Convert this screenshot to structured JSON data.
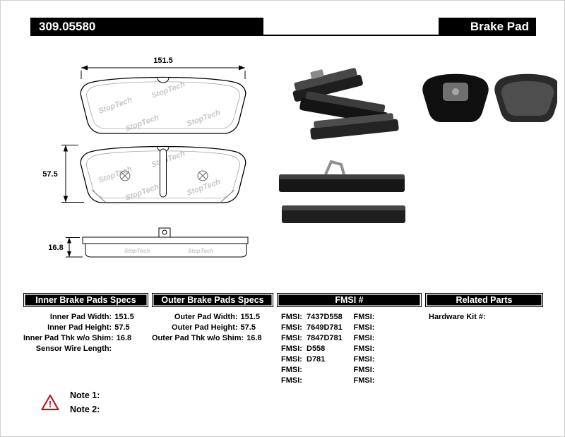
{
  "header": {
    "part_number": "309.05580",
    "product_name": "Brake Pad"
  },
  "diagram": {
    "watermark": "StopTech",
    "dims": {
      "width": "151.5",
      "height": "57.5",
      "thickness": "16.8"
    }
  },
  "tables": {
    "inner": {
      "title": "Inner Brake Pads Specs",
      "rows": [
        {
          "label": "Inner Pad Width:",
          "value": "151.5"
        },
        {
          "label": "Inner Pad Height:",
          "value": "57.5"
        },
        {
          "label": "Inner Pad Thk w/o Shim:",
          "value": "16.8"
        },
        {
          "label": "Sensor Wire Length:",
          "value": ""
        }
      ]
    },
    "outer": {
      "title": "Outer Brake Pads Specs",
      "rows": [
        {
          "label": "Outer Pad Width:",
          "value": "151.5"
        },
        {
          "label": "Outer Pad Height:",
          "value": "57.5"
        },
        {
          "label": "Outer Pad Thk w/o Shim:",
          "value": "16.8"
        }
      ]
    },
    "fmsi": {
      "title": "FMSI #",
      "rows": [
        {
          "left_label": "FMSI:",
          "left_value": "7437D558",
          "right_label": "FMSI:",
          "right_value": ""
        },
        {
          "left_label": "FMSI:",
          "left_value": "7649D781",
          "right_label": "FMSI:",
          "right_value": ""
        },
        {
          "left_label": "FMSI:",
          "left_value": "7847D781",
          "right_label": "FMSI:",
          "right_value": ""
        },
        {
          "left_label": "FMSI:",
          "left_value": "D558",
          "right_label": "FMSI:",
          "right_value": ""
        },
        {
          "left_label": "FMSI:",
          "left_value": "D781",
          "right_label": "FMSI:",
          "right_value": ""
        },
        {
          "left_label": "FMSI:",
          "left_value": "",
          "right_label": "FMSI:",
          "right_value": ""
        },
        {
          "left_label": "FMSI:",
          "left_value": "",
          "right_label": "FMSI:",
          "right_value": ""
        }
      ]
    },
    "related": {
      "title": "Related Parts",
      "rows": [
        {
          "label": "Hardware Kit #:",
          "value": ""
        }
      ]
    }
  },
  "notes": [
    {
      "label": "Note 1:"
    },
    {
      "label": "Note 2:"
    }
  ],
  "notes_icon": {
    "glyph": "!"
  },
  "colors": {
    "warning_red": "#c1121f",
    "header_bg": "#000000"
  }
}
